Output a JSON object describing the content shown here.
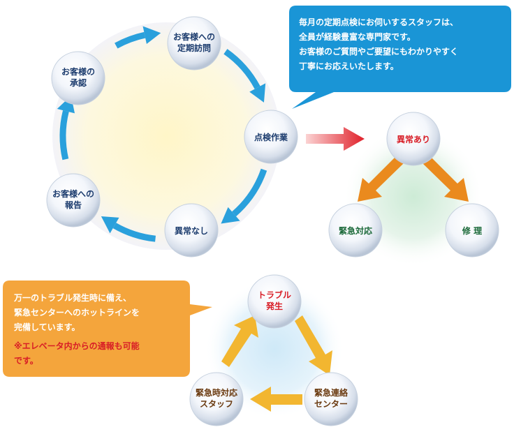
{
  "colors": {
    "cycle_arrow": "#2aa0dc",
    "bubble_blue": "#1a95d6",
    "bubble_orange": "#f4a53c",
    "red_arrow": "#e0202a",
    "orange_arrow": "#ea8a1e",
    "yellow_arrow": "#f2b630",
    "label_dark": "#1c3c6e",
    "label_red": "#d81d26",
    "label_green": "#1c6a3a",
    "label_brown": "#6a3a10"
  },
  "cycle": {
    "nodes": [
      {
        "lines": [
          "お客様への",
          "定期訪問"
        ]
      },
      {
        "lines": [
          "点検作業"
        ]
      },
      {
        "lines": [
          "異常なし"
        ]
      },
      {
        "lines": [
          "お客様への",
          "報告"
        ]
      },
      {
        "lines": [
          "お客様の",
          "承認"
        ]
      }
    ]
  },
  "info_bubble": {
    "lines": [
      "毎月の定期点検にお伺いするスタッフは、",
      "全員が経験豊富な専門家です。",
      "お客様のご質問やご要望にもわかりやすく",
      "丁寧にお応えいたします。"
    ]
  },
  "abnormal": {
    "top": {
      "lines": [
        "異常あり"
      ]
    },
    "left": {
      "lines": [
        "緊急対応"
      ]
    },
    "right": {
      "lines": [
        "修 理"
      ]
    }
  },
  "trouble_bubble": {
    "lines": [
      "万一のトラブル発生時に備え、",
      "緊急センターへのホットラインを",
      "完備しています。"
    ],
    "note_lines": [
      "※エレベータ内からの通報も可能",
      "です。"
    ]
  },
  "trouble_cycle": {
    "top": {
      "lines": [
        "トラブル",
        "発生"
      ]
    },
    "right": {
      "lines": [
        "緊急連絡",
        "センター"
      ]
    },
    "left": {
      "lines": [
        "緊急時対応",
        "スタッフ"
      ]
    }
  }
}
